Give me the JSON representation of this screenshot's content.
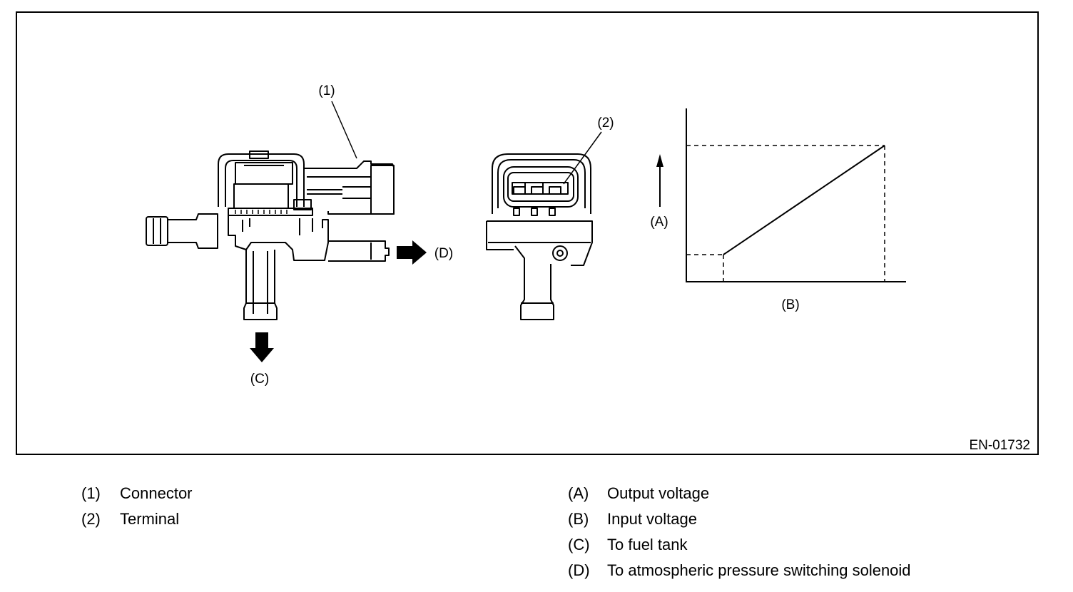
{
  "figure_id": "EN-01732",
  "callouts": {
    "connector": "(1)",
    "terminal": "(2)",
    "output_voltage": "(A)",
    "input_voltage": "(B)",
    "to_fuel_tank": "(C)",
    "to_solenoid": "(D)"
  },
  "legend_left": [
    {
      "key": "(1)",
      "text": "Connector"
    },
    {
      "key": "(2)",
      "text": "Terminal"
    }
  ],
  "legend_right": [
    {
      "key": "(A)",
      "text": "Output voltage"
    },
    {
      "key": "(B)",
      "text": "Input voltage"
    },
    {
      "key": "(C)",
      "text": "To fuel tank"
    },
    {
      "key": "(D)",
      "text": "To atmospheric pressure switching solenoid"
    }
  ]
}
